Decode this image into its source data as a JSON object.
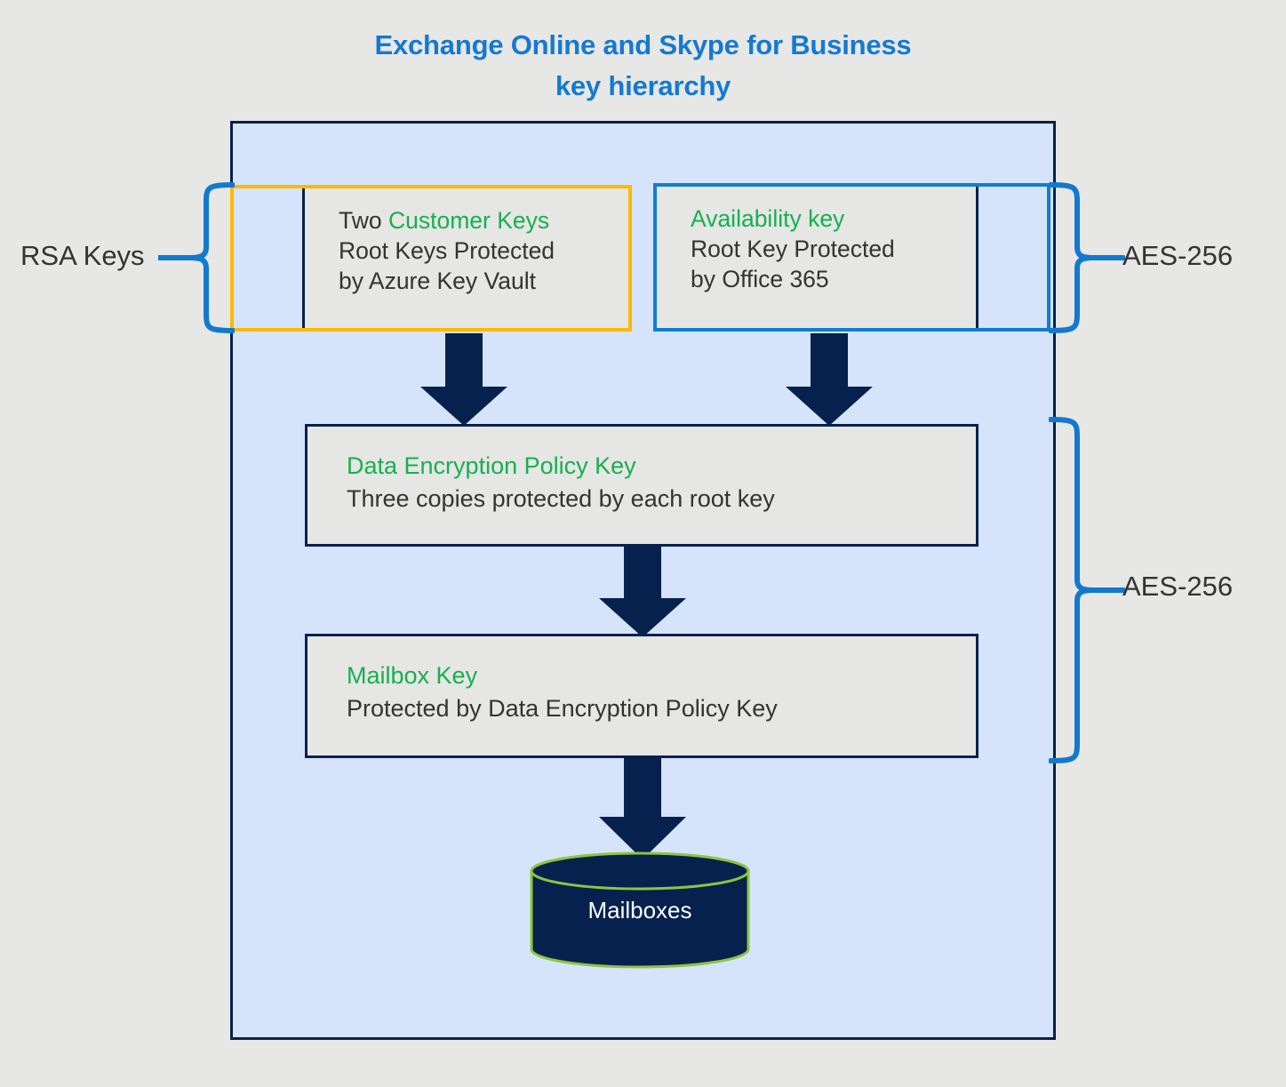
{
  "title": {
    "line1": "Exchange Online and Skype for Business",
    "line2": "key hierarchy"
  },
  "colors": {
    "page_background": "#e7e7e6",
    "container_fill": "#d6e4fb",
    "container_border": "#06214e",
    "box_fill": "#e6e6e5",
    "title_blue": "#1479d2",
    "accent_green": "#16b04d",
    "customer_key_border": "#fcb900",
    "availability_key_border": "#0f7ed2",
    "brace_blue": "#1279cf",
    "arrow_navy": "#06214e",
    "cylinder_fill": "#06214e",
    "cylinder_outline": "#8cc63f",
    "body_text": "#333333"
  },
  "annotations": {
    "rsa_keys": "RSA Keys",
    "aes_top": "AES-256",
    "aes_lower": "AES-256"
  },
  "boxes": {
    "customer_keys": {
      "line1_prefix": "Two ",
      "line1_emphasis": "Customer Keys",
      "line2": "Root Keys Protected",
      "line3": "by Azure Key Vault"
    },
    "availability_key": {
      "line1": "Availability key",
      "line2": "Root Key Protected",
      "line3": "by Office 365"
    },
    "data_encryption_policy_key": {
      "title": "Data Encryption Policy Key",
      "subtitle": "Three copies protected by each root key"
    },
    "mailbox_key": {
      "title": "Mailbox Key",
      "subtitle": "Protected by Data Encryption Policy Key"
    },
    "mailboxes": {
      "label": "Mailboxes"
    }
  },
  "flow": {
    "arrows": [
      {
        "name": "customer-keys-to-dep",
        "from": "customer_keys",
        "to": "data_encryption_policy_key"
      },
      {
        "name": "availability-key-to-dep",
        "from": "availability_key",
        "to": "data_encryption_policy_key"
      },
      {
        "name": "dep-to-mailbox-key",
        "from": "data_encryption_policy_key",
        "to": "mailbox_key"
      },
      {
        "name": "mailbox-key-to-mailboxes",
        "from": "mailbox_key",
        "to": "mailboxes"
      }
    ]
  }
}
